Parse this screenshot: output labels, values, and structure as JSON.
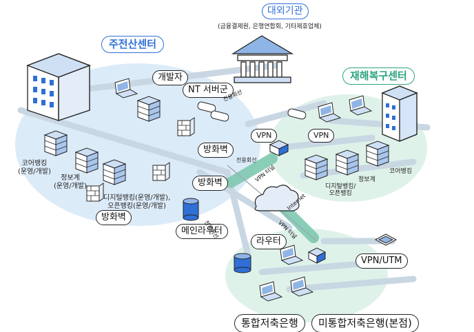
{
  "external": {
    "title": "대외기관",
    "subtitle": "(금융결제원, 은행연합회, 기타제휴업체)"
  },
  "main_center": {
    "title": "주전산센터",
    "developer": "개발자",
    "nt_server": "NT 서버군",
    "dedicated_line": "전용회선",
    "firewall_1": "방화벽",
    "firewall_2": "방화벽",
    "firewall_3": "방화벽",
    "core_banking": "코어뱅킹\n(운영/개발)",
    "info_system": "정보계\n(운영/개발)",
    "digital_banking": "디지털뱅킹(운영/개발),\n오픈뱅킹(운영/개발)",
    "main_router": "메인라우터"
  },
  "dr_center": {
    "title": "재해복구센터",
    "vpn_1": "VPN",
    "vpn_2": "VPN",
    "dedicated_line": "전용회선",
    "core_banking": "코어뱅킹",
    "info_system": "정보계",
    "digital_banking": "디지털뱅킹/\n오픈뱅킹"
  },
  "network": {
    "vpn_tunnel_1": "VPN 터널",
    "vpn_tunnel_2": "VPN 터널",
    "internet": "Internet",
    "dedicated_line_bottom": "전용회선"
  },
  "branch": {
    "router": "라우터",
    "vpn_utm": "VPN/UTM",
    "integrated_bank": "통합저축은행",
    "unintegrated_bank": "미통합저축은행(본점)"
  },
  "colors": {
    "accent_blue": "#2f6fd6",
    "accent_green": "#2aa37e",
    "blue_zone": "#dcebf8",
    "green_zone": "#dff2ea",
    "tunnel": "#7ec9b0",
    "road": "#c9d7e3"
  }
}
